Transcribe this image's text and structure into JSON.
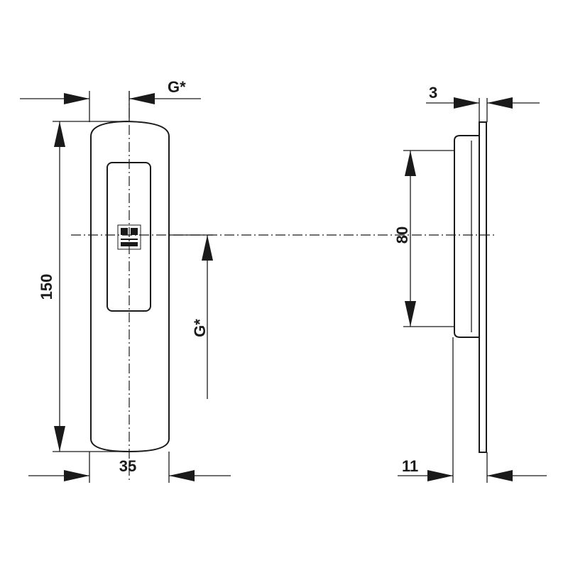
{
  "dimensions": {
    "front_width_top": "G*",
    "front_height": "150",
    "front_offset_vertical": "G*",
    "front_width_bottom": "35",
    "side_thickness_top": "3",
    "side_recess_height": "80",
    "side_depth_bottom": "11"
  }
}
